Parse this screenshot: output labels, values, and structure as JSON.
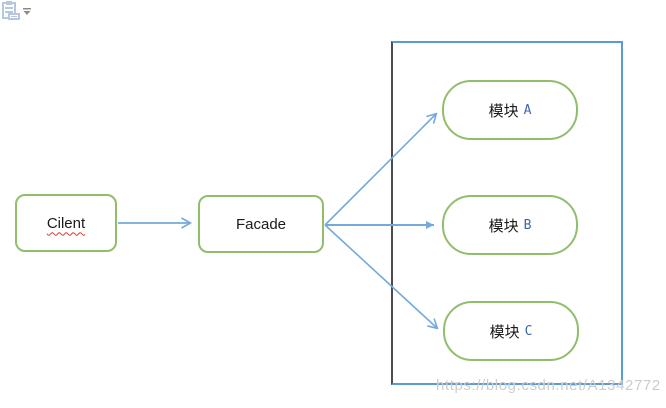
{
  "paste_options": {
    "icon": "clipboard-paste-icon",
    "dropdown_glyph": "▾"
  },
  "diagram": {
    "client": {
      "label": "Cilent"
    },
    "facade": {
      "label": "Facade"
    },
    "modules": [
      {
        "name": "模块",
        "letter": "A"
      },
      {
        "name": "模块",
        "letter": "B"
      },
      {
        "name": "模块",
        "letter": "C"
      }
    ],
    "arrows": [
      {
        "from": "client",
        "to": "facade"
      },
      {
        "from": "facade",
        "to": "module-a"
      },
      {
        "from": "facade",
        "to": "module-b"
      },
      {
        "from": "facade",
        "to": "module-c"
      }
    ],
    "colors": {
      "node_border": "#90be6d",
      "arrow": "#74a9dc",
      "container_border": "#5b9bd5",
      "container_border_left": "#4d4d4d",
      "module_letter": "#3a66a8",
      "misspell_underline": "#d83b2d",
      "watermark": "#cccccc"
    }
  },
  "watermark": {
    "text": "https://blog.csdn.net/A1342772"
  }
}
